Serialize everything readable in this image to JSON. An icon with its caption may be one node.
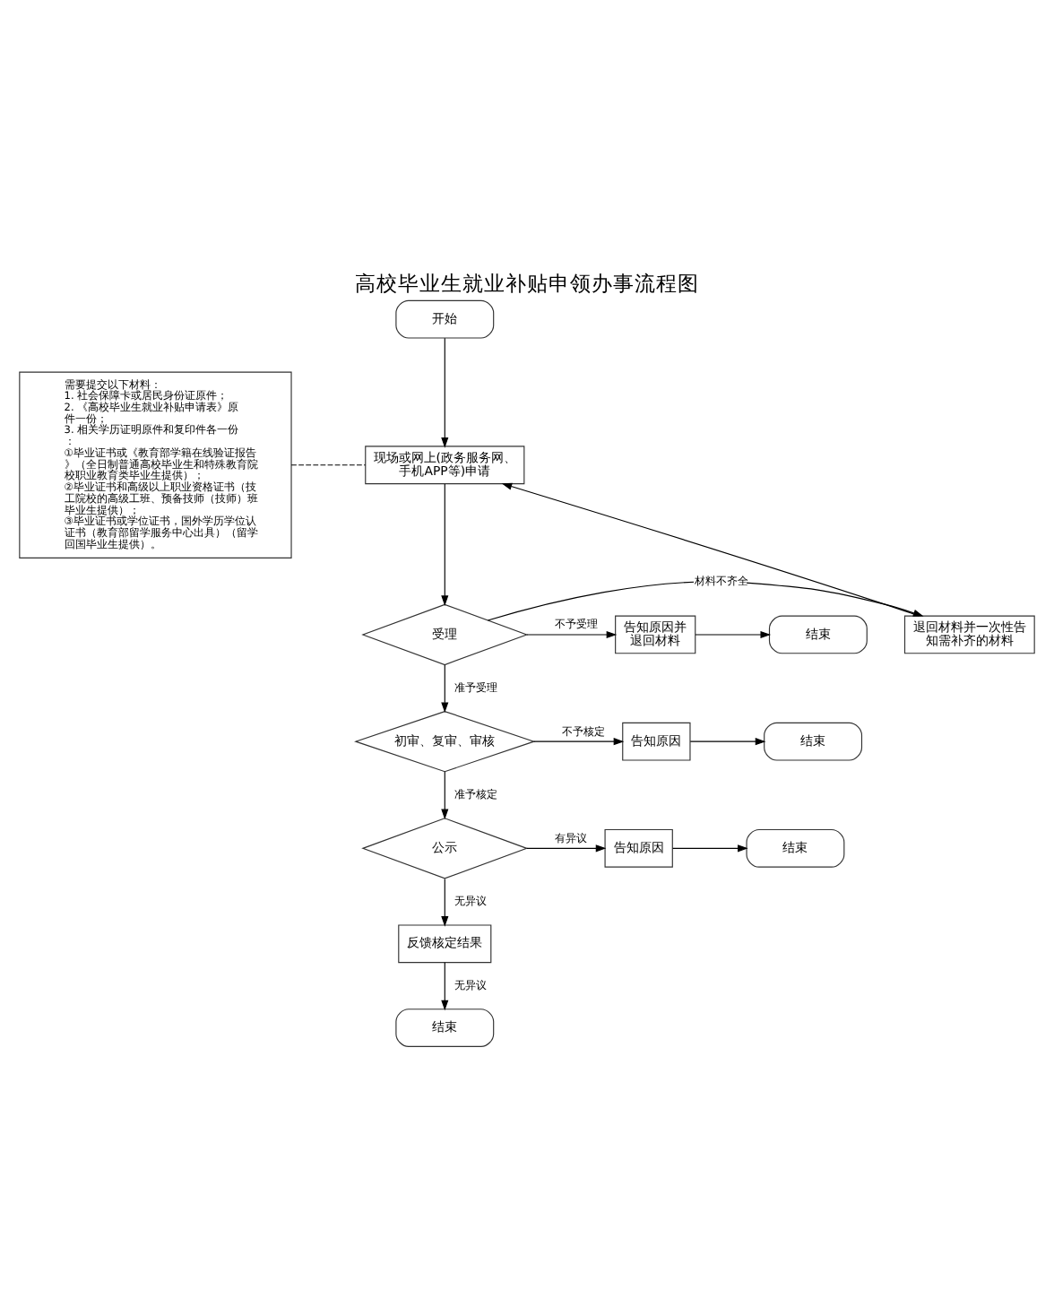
{
  "diagram": {
    "title": "高校毕业生就业补贴申领办事流程图",
    "nodes": [
      {
        "text": [
          "开始"
        ]
      },
      {
        "text": [
          "现场或网上(政务服务网、手机APP等)申请"
        ]
      },
      {
        "text": [
          "需要提交以下材料：",
          "1. 社会保障卡或居民身份证原件；",
          "2. 《高校毕业生就业补贴申请表》原件一份；",
          "3. 相关学历证明原件和复印件各一份：",
          "①毕业证书或《教育部学籍在线验证报告》（全日制普通高校毕业生和特殊教育院校职业教育类毕业生提供）；",
          "②毕业证书和高级以上职业资格证书（技工院校的高级工班、预备技师（技师）班毕业生提供）；",
          "③毕业证书或学位证书，国外学历学位认证书（教育部留学服务中心出具）（留学回国毕业生提供）。"
        ]
      },
      {
        "text": [
          "退回材料并一次性告知需补齐的材料"
        ]
      },
      {
        "text": [
          "受理"
        ]
      },
      {
        "text": [
          "告知原因并退回材料"
        ]
      },
      {
        "text": [
          "结束"
        ]
      },
      {
        "text": [
          "初审、复审、审核"
        ]
      },
      {
        "text": [
          "告知原因"
        ]
      },
      {
        "text": [
          "结束"
        ]
      },
      {
        "text": [
          "公示"
        ]
      },
      {
        "text": [
          "告知原因"
        ]
      },
      {
        "text": [
          "结束"
        ]
      },
      {
        "text": [
          "反馈核定结果"
        ]
      },
      {
        "text": [
          "结束"
        ]
      }
    ],
    "edges": [
      {
        "from": 0,
        "to": 1,
        "arrow": "to"
      },
      {
        "from": 2,
        "to": 1,
        "arrow": "none",
        "style": "dashed"
      },
      {
        "from": 1,
        "to": 4,
        "arrow": "to"
      },
      {
        "from": 4,
        "to": 3,
        "arrow": "to",
        "label": "材料不齐全"
      },
      {
        "from": 3,
        "to": 1,
        "arrow": "to"
      },
      {
        "from": 4,
        "to": 5,
        "arrow": "to",
        "label": "不予受理"
      },
      {
        "from": 5,
        "to": 6,
        "arrow": "to"
      },
      {
        "from": 4,
        "to": 7,
        "arrow": "to",
        "label": "准予受理"
      },
      {
        "from": 7,
        "to": 8,
        "arrow": "to",
        "label": "不予核定"
      },
      {
        "from": 8,
        "to": 9,
        "arrow": "to"
      },
      {
        "from": 7,
        "to": 10,
        "arrow": "to",
        "label": "准予核定"
      },
      {
        "from": 10,
        "to": 11,
        "arrow": "to",
        "label": "有异议"
      },
      {
        "from": 11,
        "to": 12,
        "arrow": "to"
      },
      {
        "from": 10,
        "to": 13,
        "arrow": "to",
        "label": "无异议"
      },
      {
        "from": 13,
        "to": 14,
        "arrow": "to",
        "label": "无异议"
      }
    ]
  }
}
